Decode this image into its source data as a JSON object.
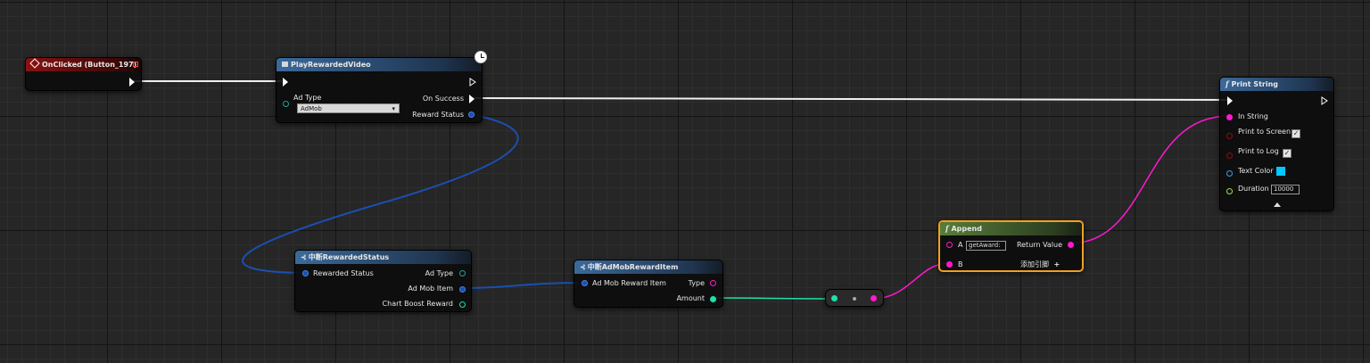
{
  "colors": {
    "exec": "#ffffff",
    "string": "#ff19d0",
    "enum": "#0a4fb3",
    "integer": "#1fe0aa",
    "boolean": "#8c1010",
    "struct": "#3aa0e8",
    "float": "#9ee055"
  },
  "onclicked": {
    "title": "OnClicked (Button_197)",
    "icon": "diamond-event-icon"
  },
  "play_rewarded": {
    "title": "PlayRewardedVideo",
    "icon": "node-function-icon",
    "latent_icon": "clock-icon",
    "ad_type_label": "Ad Type",
    "ad_type_value": "AdMob",
    "on_success_label": "On Success",
    "reward_status_label": "Reward Status"
  },
  "break_status": {
    "title": "中断RewardedStatus",
    "input_label": "Rewarded Status",
    "outputs": [
      "Ad Type",
      "Ad Mob Item",
      "Chart Boost Reward"
    ]
  },
  "break_admob": {
    "title": "中断AdMobRewardItem",
    "input_label": "Ad Mob Reward Item",
    "outputs": [
      "Type",
      "Amount"
    ]
  },
  "append": {
    "title": "Append",
    "a_label": "A",
    "a_value": "getAward:",
    "b_label": "B",
    "return_label": "Return Value",
    "add_pin_label": "添加引脚"
  },
  "print_string": {
    "title": "Print String",
    "in_string_label": "In String",
    "print_to_screen_label": "Print to Screen",
    "print_to_screen": true,
    "print_to_log_label": "Print to Log",
    "print_to_log": true,
    "text_color_label": "Text Color",
    "text_color": "#00c8ff",
    "duration_label": "Duration",
    "duration_value": "10000"
  }
}
